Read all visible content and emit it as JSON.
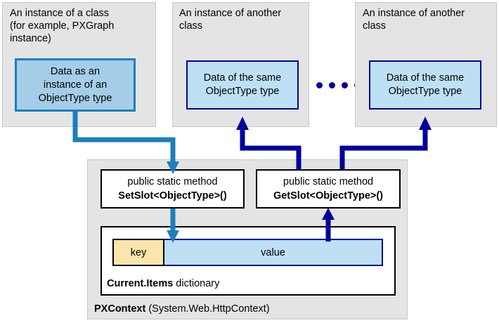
{
  "diagram": {
    "title": "PXContext slot storage diagram",
    "colors": {
      "panel_fill": "#e4e4e4",
      "panel_border": "#c9c9c9",
      "primary_box_fill": "#a5cde8",
      "primary_box_border": "#1c7fbc",
      "secondary_box_fill": "#bee0f5",
      "secondary_box_border": "#00009b",
      "key_fill": "#fce5ac",
      "key_border": "#000000",
      "setslot_arrow": "#1c7fbc",
      "getslot_arrow": "#00009b"
    },
    "panels": [
      {
        "id": "instance-class",
        "caption": "An instance of a class\n(for example, PXGraph\ninstance)",
        "box_label": "Data as an\ninstance of an\nObjectType type"
      },
      {
        "id": "instance-another-class-1",
        "caption": "An instance of another\nclass",
        "box_label": "Data of the same\nObjectType type"
      },
      {
        "id": "instance-another-class-2",
        "caption": "An instance of another\nclass",
        "box_label": "Data of the same\nObjectType type"
      }
    ],
    "ellipsis_dot_count": 4,
    "context": {
      "label_bold": "PXContext",
      "label_rest": " (System.Web.HttpContext)",
      "methods": [
        {
          "id": "setslot",
          "line1": "public static method",
          "line2": "SetSlot<ObjectType>()"
        },
        {
          "id": "getslot",
          "line1": "public static method",
          "line2": "GetSlot<ObjectType>()"
        }
      ],
      "dictionary": {
        "label_bold": "Current.Items",
        "label_rest": " dictionary",
        "key_label": "key",
        "value_label": "value"
      }
    }
  }
}
